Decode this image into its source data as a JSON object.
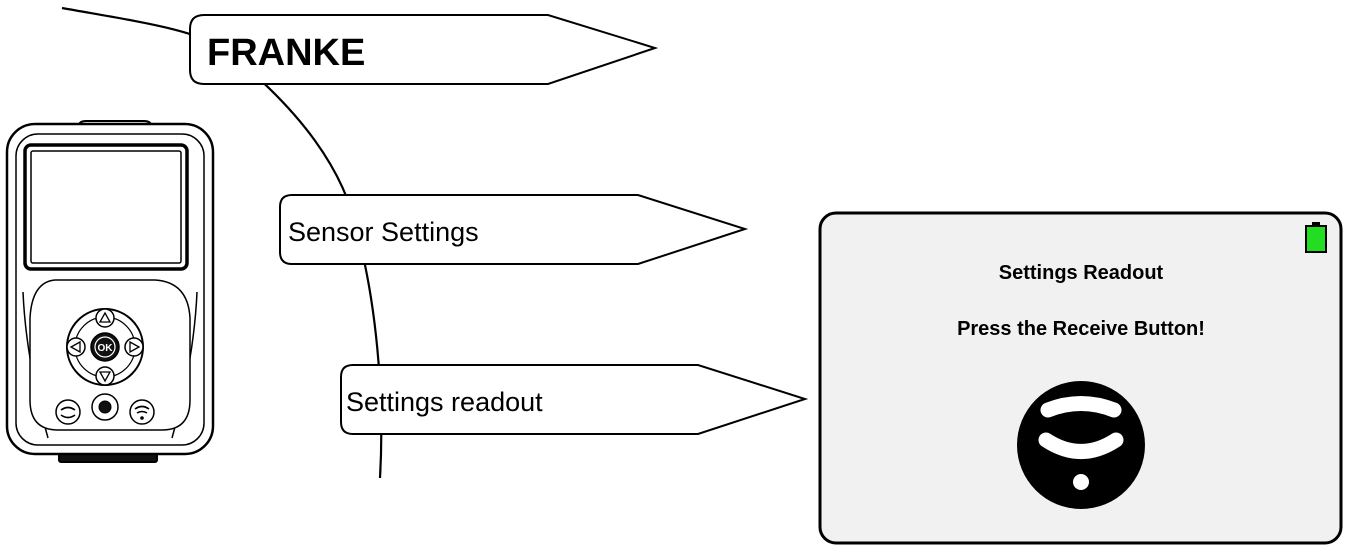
{
  "menu": {
    "root": {
      "label": "FRANKE"
    },
    "level1": {
      "label": "Sensor Settings"
    },
    "level2": {
      "label": "Settings readout"
    }
  },
  "screen": {
    "title": "Settings Readout",
    "message": "Press the Receive Button!",
    "icon": "wireless-receive-icon",
    "battery_icon": "battery-full-icon",
    "battery_color": "#22dd22"
  },
  "device": {
    "ok_label": "OK",
    "icon": "handheld-device-icon"
  },
  "colors": {
    "screen_bg": "#f1f1f1",
    "ink": "#000000"
  }
}
